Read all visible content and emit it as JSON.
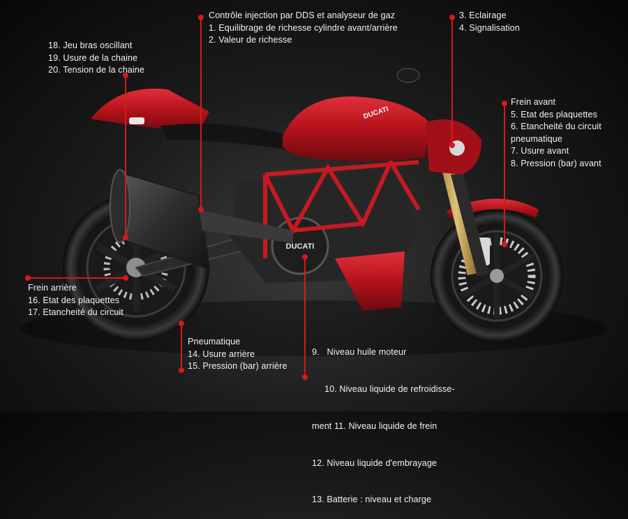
{
  "callouts": {
    "injection": {
      "heading": "Contrôle injection par DDS et analyseur de gaz",
      "items": [
        "1. Equilibrage de richesse cylindre avant/arrière",
        "2. Valeur de richesse"
      ]
    },
    "lighting": {
      "items": [
        "3. Eclairage",
        "4. Signalisation"
      ]
    },
    "swingarm": {
      "items": [
        "18. Jeu bras oscillant",
        "19. Usure de la chaine",
        "20. Tension de la chaine"
      ]
    },
    "front_brake": {
      "heading": "Frein avant",
      "items": [
        "5. Etat des plaquettes",
        "6. Etancheité du circuit",
        "pneumatique",
        "7. Usure avant",
        "8. Pression (bar) avant"
      ]
    },
    "rear_brake": {
      "heading": "Frein arrière",
      "items": [
        "16. Etat des plaquettes",
        "17. Etancheité du circuit"
      ]
    },
    "tyres": {
      "heading": "Pneumatique",
      "items": [
        "14. Usure arrière",
        "15. Pression (bar) arrière"
      ]
    },
    "fluids": {
      "items": [
        "9.   Niveau huile moteur",
        "     10. Niveau liquide de refroidisse-",
        "ment 11. Niveau liquide de frein",
        "12. Niveau liquide d'embrayage",
        "13. Batterie : niveau et charge"
      ]
    }
  },
  "branding": {
    "tank_logo": "DUCATI",
    "engine_logo": "DUCATI"
  },
  "colors": {
    "accent": "#d51a1a",
    "bike_red": "#b3121a",
    "text": "#f2f2f2",
    "background": "#111111"
  }
}
